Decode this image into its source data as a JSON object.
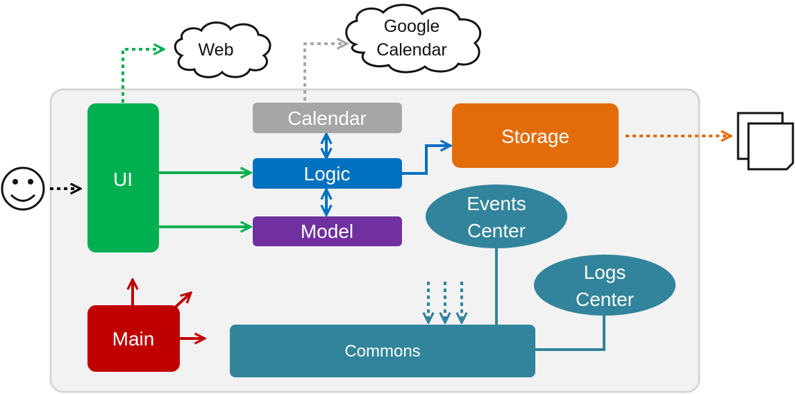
{
  "external": {
    "web": "Web",
    "google_line1": "Google",
    "google_line2": "Calendar"
  },
  "components": {
    "ui": "UI",
    "calendar": "Calendar",
    "logic": "Logic",
    "model": "Model",
    "storage": "Storage",
    "events_line1": "Events",
    "events_line2": "Center",
    "logs_line1": "Logs",
    "logs_line2": "Center",
    "main": "Main",
    "commons": "Commons"
  },
  "colors": {
    "ui": "#00b050",
    "calendar": "#a6a6a6",
    "logic": "#0070c0",
    "model": "#7030a0",
    "storage": "#e36c0a",
    "commons": "#31849b",
    "main": "#c00000",
    "container": "#f2f2f2"
  }
}
